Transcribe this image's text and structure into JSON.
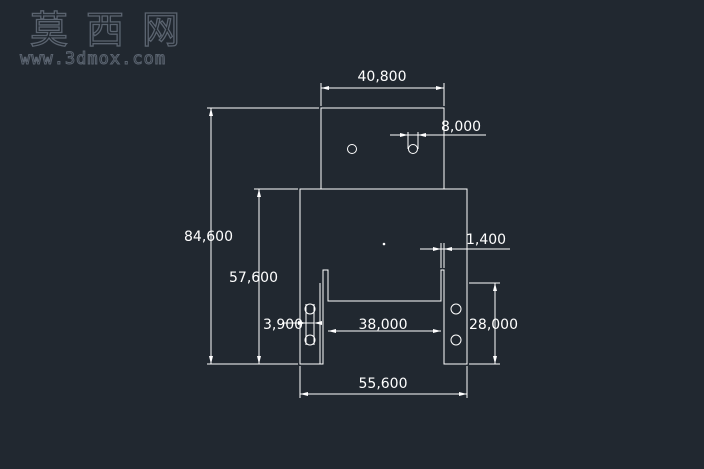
{
  "watermark": {
    "site_name": "莫西网",
    "url": "www.3dmox.com"
  },
  "dimensions": {
    "top_width": "40,800",
    "hole_small": "8,000",
    "total_height": "84,600",
    "body_height": "57,600",
    "slot_width": "1,400",
    "hole_offset": "3,900",
    "inner_width": "38,000",
    "leg_hole_span": "28,000",
    "total_width": "55,600"
  },
  "colors": {
    "background": "#212830",
    "linework": "#ffffff",
    "watermark": "#5b6470"
  }
}
